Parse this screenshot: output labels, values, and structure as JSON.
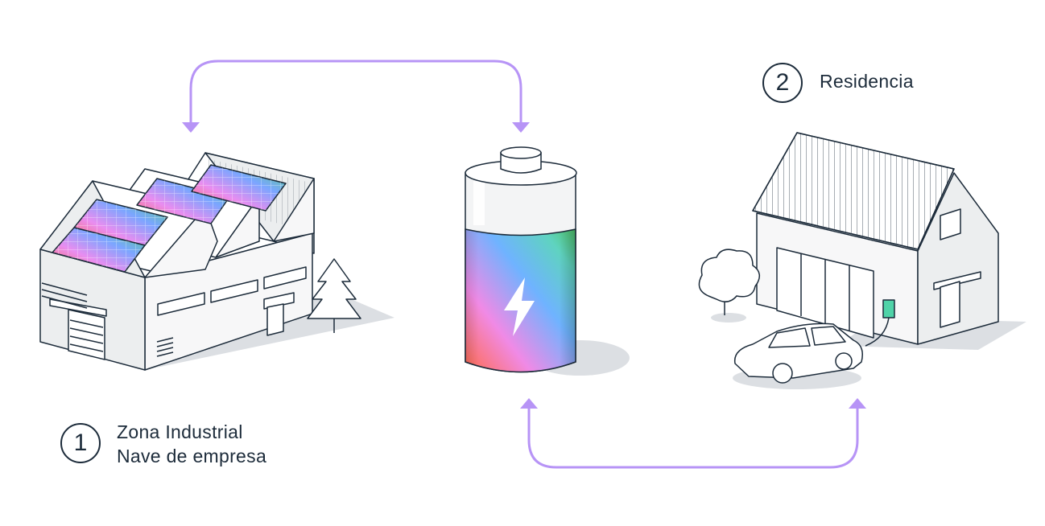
{
  "locations": [
    {
      "number": "1",
      "lines": [
        "Zona Industrial",
        "Nave de empresa"
      ]
    },
    {
      "number": "2",
      "lines": [
        "Residencia"
      ]
    }
  ],
  "colors": {
    "flow_arrow": "#b794f6",
    "outline": "#1c2b3a",
    "shadow": "#dcdfe3",
    "wall": "#f1f2f3"
  },
  "icons": [
    "factory-icon",
    "battery-icon",
    "lightning-bolt-icon",
    "house-icon",
    "car-icon",
    "tree-icon",
    "charger-icon"
  ]
}
